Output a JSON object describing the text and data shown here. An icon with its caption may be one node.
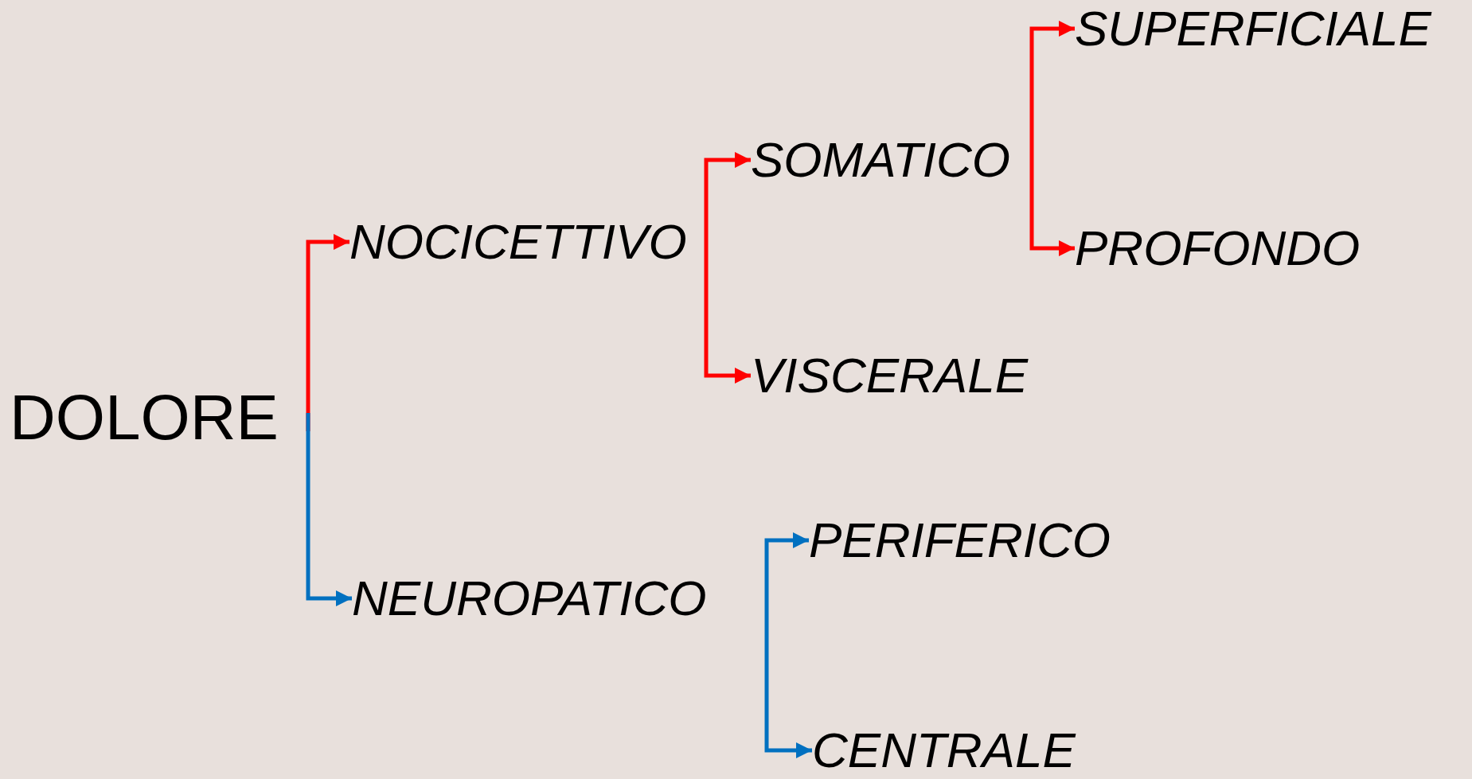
{
  "diagram": {
    "nodes": [
      {
        "text": [
          "DOLORE"
        ]
      },
      {
        "text": [
          "NOCICETTIVO"
        ]
      },
      {
        "text": [
          "NEUROPATICO"
        ]
      },
      {
        "text": [
          "SOMATICO"
        ]
      },
      {
        "text": [
          "VISCERALE"
        ]
      },
      {
        "text": [
          "SUPERFICIALE"
        ]
      },
      {
        "text": [
          "PROFONDO"
        ]
      },
      {
        "text": [
          "PERIFERICO"
        ]
      },
      {
        "text": [
          "CENTRALE"
        ]
      }
    ],
    "edges": [
      {
        "from": 0,
        "to": 1,
        "arrow": "to"
      },
      {
        "from": 0,
        "to": 2,
        "arrow": "to",
        "color": "#0070c0"
      },
      {
        "from": 1,
        "to": 3,
        "arrow": "to"
      },
      {
        "from": 1,
        "to": 4,
        "arrow": "to"
      },
      {
        "from": 3,
        "to": 5,
        "arrow": "to"
      },
      {
        "from": 3,
        "to": 6,
        "arrow": "to"
      },
      {
        "from": 2,
        "to": 7,
        "arrow": "to",
        "color": "#0070c0"
      },
      {
        "from": 2,
        "to": 8,
        "arrow": "to",
        "color": "#0070c0"
      }
    ]
  }
}
